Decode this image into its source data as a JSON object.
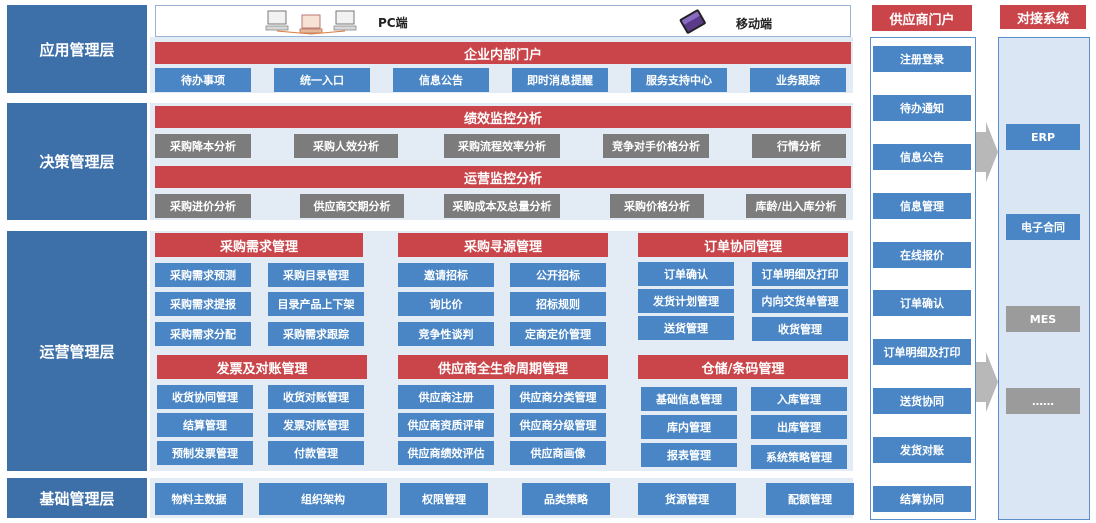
{
  "layers": {
    "app": "应用管理层",
    "decision": "决策管理层",
    "operation": "运营管理层",
    "base": "基础管理层"
  },
  "top": {
    "pc": "PC端",
    "mobile": "移动端"
  },
  "app": {
    "portal_title": "企业内部门户",
    "items": [
      "待办事项",
      "统一入口",
      "信息公告",
      "即时消息提醒",
      "服务支持中心",
      "业务跟踪"
    ]
  },
  "decision": {
    "perf_title": "绩效监控分析",
    "perf_items": [
      "采购降本分析",
      "采购人效分析",
      "采购流程效率分析",
      "竞争对手价格分析",
      "行情分析"
    ],
    "ops_title": "运营监控分析",
    "ops_items": [
      "采购进价分析",
      "供应商交期分析",
      "采购成本及总量分析",
      "采购价格分析",
      "库龄/出入库分析"
    ]
  },
  "operation": {
    "demand": {
      "title": "采购需求管理",
      "items": [
        "采购需求预测",
        "采购目录管理",
        "采购需求提报",
        "目录产品上下架",
        "采购需求分配",
        "采购需求跟踪"
      ]
    },
    "sourcing": {
      "title": "采购寻源管理",
      "items": [
        "邀请招标",
        "公开招标",
        "询比价",
        "招标规则",
        "竞争性谈判",
        "定商定价管理"
      ]
    },
    "order": {
      "title": "订单协同管理",
      "items": [
        "订单确认",
        "订单明细及打印",
        "发货计划管理",
        "内向交货单管理",
        "送货管理",
        "收货管理"
      ]
    },
    "invoice": {
      "title": "发票及对账管理",
      "items": [
        "收货协同管理",
        "收货对账管理",
        "结算管理",
        "发票对账管理",
        "预制发票管理",
        "付款管理"
      ]
    },
    "lifecycle": {
      "title": "供应商全生命周期管理",
      "items": [
        "供应商注册",
        "供应商分类管理",
        "供应商资质评审",
        "供应商分级管理",
        "供应商绩效评估",
        "供应商画像"
      ]
    },
    "warehouse": {
      "title": "仓储/条码管理",
      "items": [
        "基础信息管理",
        "入库管理",
        "库内管理",
        "出库管理",
        "报表管理",
        "系统策略管理"
      ]
    }
  },
  "base": {
    "items": [
      "物料主数据",
      "组织架构",
      "权限管理",
      "品类策略",
      "货源管理",
      "配额管理"
    ]
  },
  "supplier": {
    "title": "供应商门户",
    "items": [
      "注册登录",
      "待办通知",
      "信息公告",
      "信息管理",
      "在线报价",
      "订单确认",
      "订单明细及打印",
      "送货协同",
      "发货对账",
      "结算协同"
    ]
  },
  "dock": {
    "title": "对接系统",
    "items": [
      "ERP",
      "电子合同",
      "MES",
      "……"
    ]
  },
  "colors": {
    "layer": "#3d6fa8",
    "band": "#e3ebf5",
    "header_red": "#c9454a",
    "item_blue": "#4a86c5",
    "item_gray": "#7c7c7c"
  }
}
